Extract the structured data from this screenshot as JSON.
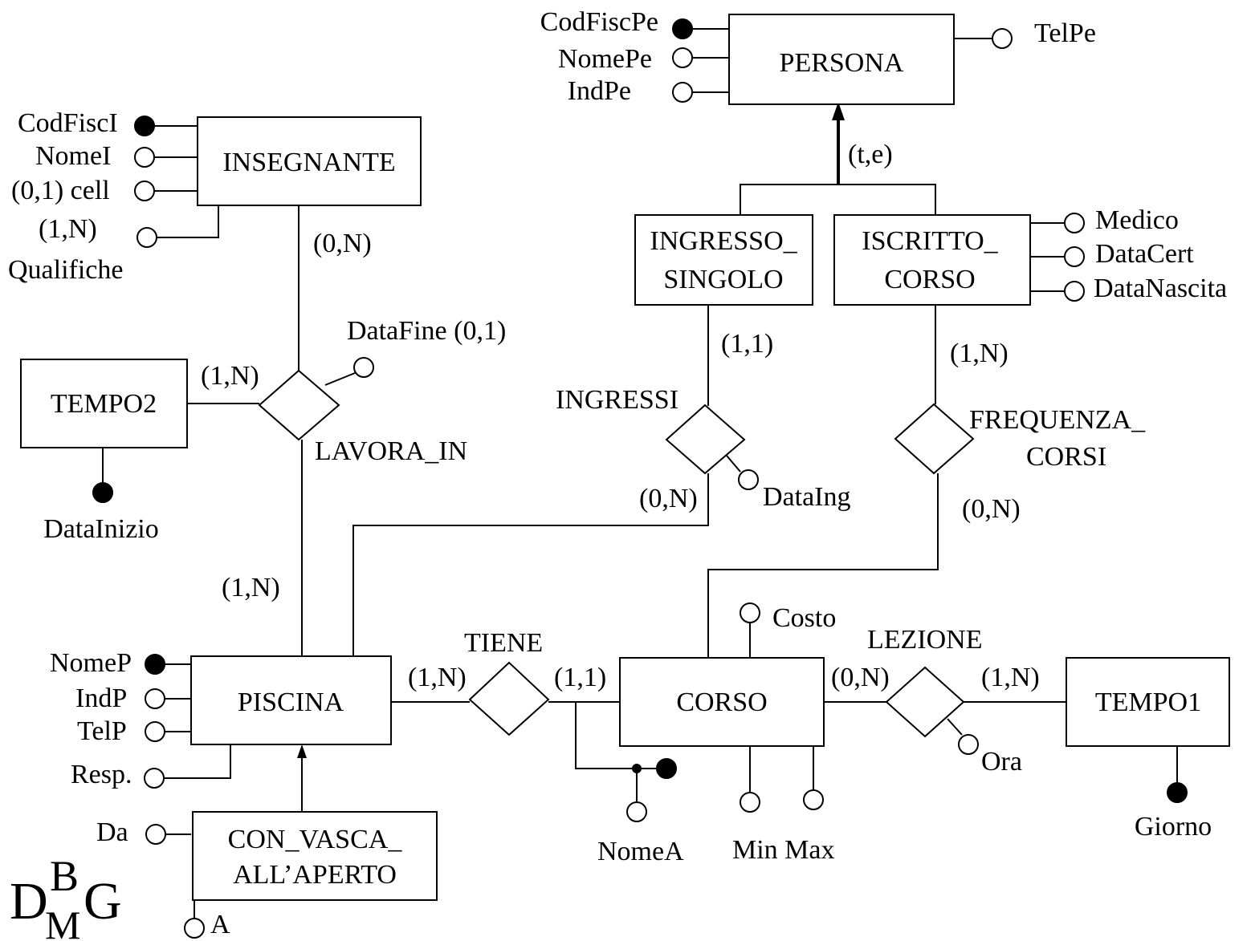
{
  "entities": {
    "persona": "PERSONA",
    "insegnante": "INSEGNANTE",
    "ingresso_singolo": [
      "INGRESSO_",
      "SINGOLO"
    ],
    "iscritto_corso": [
      "ISCRITTO_",
      "CORSO"
    ],
    "tempo2": "TEMPO2",
    "piscina": "PISCINA",
    "corso": "CORSO",
    "tempo1": "TEMPO1",
    "con_vasca": [
      "CON_VASCA_",
      "ALL’APERTO"
    ]
  },
  "relationships": {
    "lavora_in": "LAVORA_IN",
    "ingressi": "INGRESSI",
    "frequenza_corsi": [
      "FREQUENZA_",
      "CORSI"
    ],
    "tiene": "TIENE",
    "lezione": "LEZIONE"
  },
  "attributes": {
    "persona": {
      "codfiscpe": "CodFiscPe",
      "nomepe": "NomePe",
      "indpe": "IndPe",
      "telpe": "TelPe"
    },
    "insegnante": {
      "codfisci": "CodFiscI",
      "nomei": "NomeI",
      "cell": "(0,1) cell",
      "qualifiche_card": "(1,N)",
      "qualifiche": "Qualifiche"
    },
    "iscritto_corso": {
      "medico": "Medico",
      "datacert": "DataCert",
      "datanascita": "DataNascita"
    },
    "lavora_in": {
      "datafine": "DataFine (0,1)"
    },
    "tempo2": {
      "datainizio": "DataInizio"
    },
    "ingressi": {
      "dataing": "DataIng"
    },
    "piscina": {
      "nomep": "NomeP",
      "indp": "IndP",
      "telp": "TelP",
      "resp": "Resp."
    },
    "con_vasca": {
      "da": "Da",
      "a": "A"
    },
    "corso": {
      "costo": "Costo",
      "nomea": "NomeA",
      "minmax": "Min Max"
    },
    "lezione": {
      "ora": "Ora"
    },
    "tempo1": {
      "giorno": "Giorno"
    }
  },
  "generalization": {
    "coverage": "(t,e)"
  },
  "cardinalities": {
    "insegnante_lavora": "(0,N)",
    "tempo2_lavora": "(1,N)",
    "piscina_lavora": "(1,N)",
    "singolo_ingressi": "(1,1)",
    "piscina_ingressi": "(0,N)",
    "iscritto_frequenza": "(1,N)",
    "corso_frequenza": "(0,N)",
    "piscina_tiene": "(1,N)",
    "corso_tiene": "(1,1)",
    "corso_lezione": "(0,N)",
    "tempo1_lezione": "(1,N)"
  },
  "logo": {
    "text": "DBMG",
    "colors": {
      "d": "#1f5ec9",
      "b": "#1f5ec9",
      "g": "#1f5ec9",
      "m": "#d9232a"
    }
  }
}
